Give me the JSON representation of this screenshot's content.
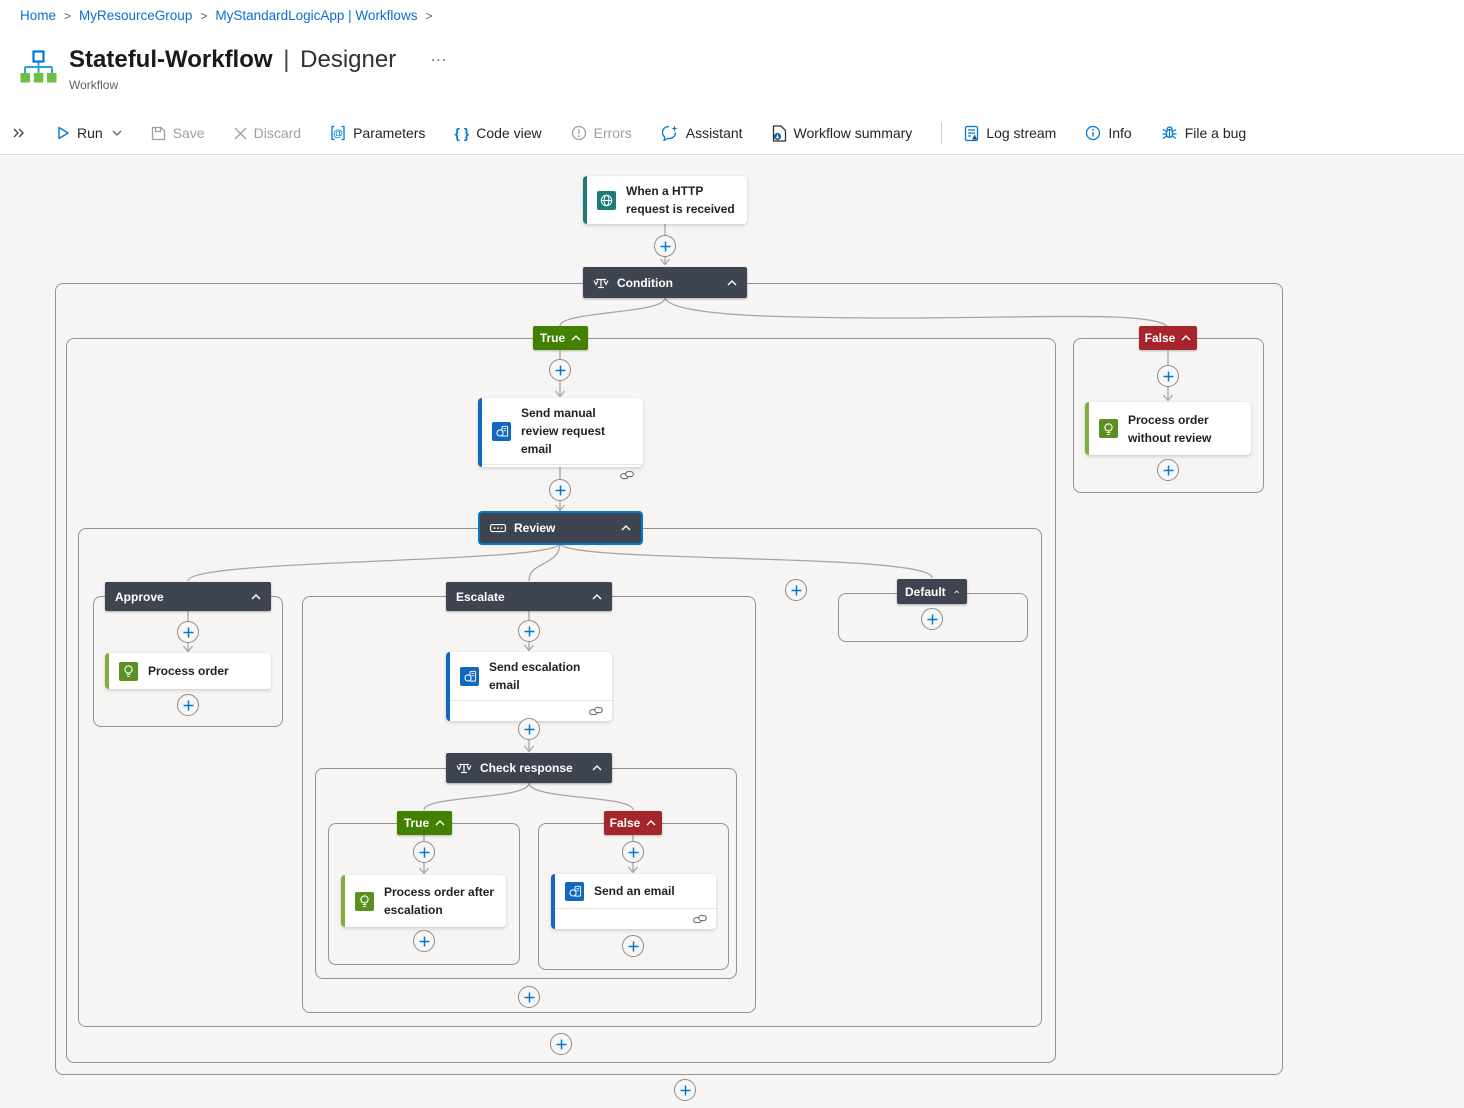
{
  "colors": {
    "accent": "#0078d4",
    "node_dark": "#3e4450",
    "green": "#428000",
    "red": "#a4262c",
    "teal": "#1f7a7a",
    "outlook": "#1168bf",
    "green_bar": "#7fae3f",
    "green_icon": "#5b8f22"
  },
  "breadcrumb": {
    "home": "Home",
    "resource_group": "MyResourceGroup",
    "logic_app": "MyStandardLogicApp | Workflows",
    "separator": ">"
  },
  "header": {
    "title": "Stateful-Workflow",
    "separator": "|",
    "view": "Designer",
    "more": "...",
    "subtitle": "Workflow"
  },
  "toolbar": {
    "run": "Run",
    "save": "Save",
    "discard": "Discard",
    "parameters": "Parameters",
    "code_view": "Code view",
    "errors": "Errors",
    "assistant": "Assistant",
    "workflow_summary": "Workflow summary",
    "log_stream": "Log stream",
    "info": "Info",
    "file_a_bug": "File a bug"
  },
  "icons": {
    "code_view_glyph": "{ }",
    "parameters_glyph": "@"
  },
  "workflow": {
    "trigger": "When a HTTP request is received",
    "condition": "Condition",
    "branch_true": "True",
    "branch_false": "False",
    "send_manual_review": "Send manual review request email",
    "review": "Review",
    "approve": "Approve",
    "process_order": "Process order",
    "escalate": "Escalate",
    "send_escalation_email": "Send escalation email",
    "check_response": "Check response",
    "cr_true": "True",
    "cr_false": "False",
    "process_order_after_escalation": "Process order after escalation",
    "send_an_email": "Send an email",
    "default_case": "Default",
    "process_order_without_review": "Process order without review"
  }
}
